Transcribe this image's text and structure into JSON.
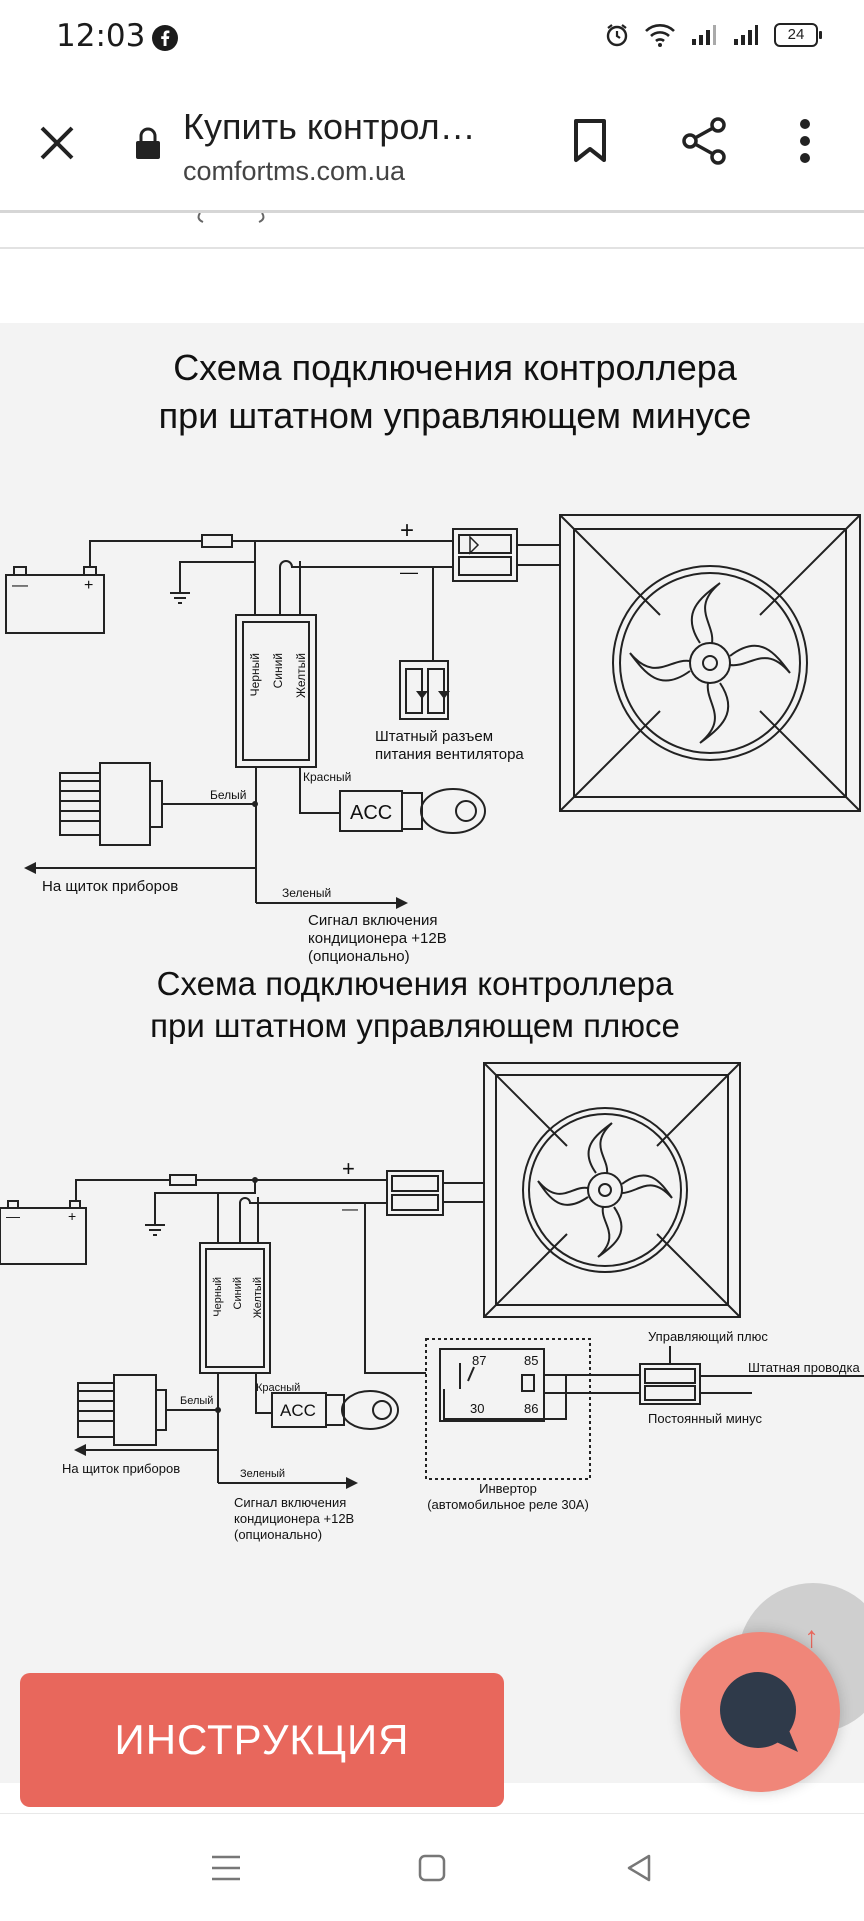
{
  "status": {
    "time": "12:03",
    "battery": "24"
  },
  "toolbar": {
    "title": "Купить контрол…",
    "url": "comfortms.com.ua"
  },
  "diagram1": {
    "title_line1": "Схема подключения контроллера",
    "title_line2": "при штатном управляющем минусе",
    "wire_black": "Черный",
    "wire_blue": "Синий",
    "wire_yellow": "Желтый",
    "plus": "+",
    "minus": "—",
    "connector_label_1": "Штатный разъем",
    "connector_label_2": "питания вентилятора",
    "red": "Красный",
    "white": "Белый",
    "green": "Зеленый",
    "acc": "ACC",
    "dashboard": "На щиток приборов",
    "ac_signal_1": "Сигнал включения",
    "ac_signal_2": "кондиционера +12В",
    "ac_signal_3": "(опционально)"
  },
  "diagram2": {
    "title_line1": "Схема подключения контроллера",
    "title_line2": "при штатном управляющем плюсе",
    "wire_black": "Черный",
    "wire_blue": "Синий",
    "wire_yellow": "Желтый",
    "plus": "+",
    "minus": "—",
    "red": "Красный",
    "white": "Белый",
    "green": "Зеленый",
    "acc": "ACC",
    "dashboard": "На щиток приборов",
    "ac_signal_1": "Сигнал включения",
    "ac_signal_2": "кондиционера +12В",
    "ac_signal_3": "(опционально)",
    "relay_87": "87",
    "relay_85": "85",
    "relay_30": "30",
    "relay_86": "86",
    "inverter_1": "Инвертор",
    "inverter_2": "(автомобильное реле 30А)",
    "ctrl_plus": "Управляющий плюс",
    "stock_wiring": "Штатная проводка",
    "const_minus": "Постоянный минус"
  },
  "cta": {
    "label": "ИНСТРУКЦИЯ"
  },
  "colors": {
    "accent": "#e8675c",
    "diagram_bg": "#f3f3f3"
  },
  "icons": [
    "facebook-icon",
    "alarm-icon",
    "wifi-icon",
    "signal-icon",
    "battery-icon",
    "close-icon",
    "lock-icon",
    "bookmark-icon",
    "share-icon",
    "more-icon",
    "arrow-up-icon",
    "chat-icon",
    "nav-menu-icon",
    "nav-home-icon",
    "nav-back-icon"
  ]
}
